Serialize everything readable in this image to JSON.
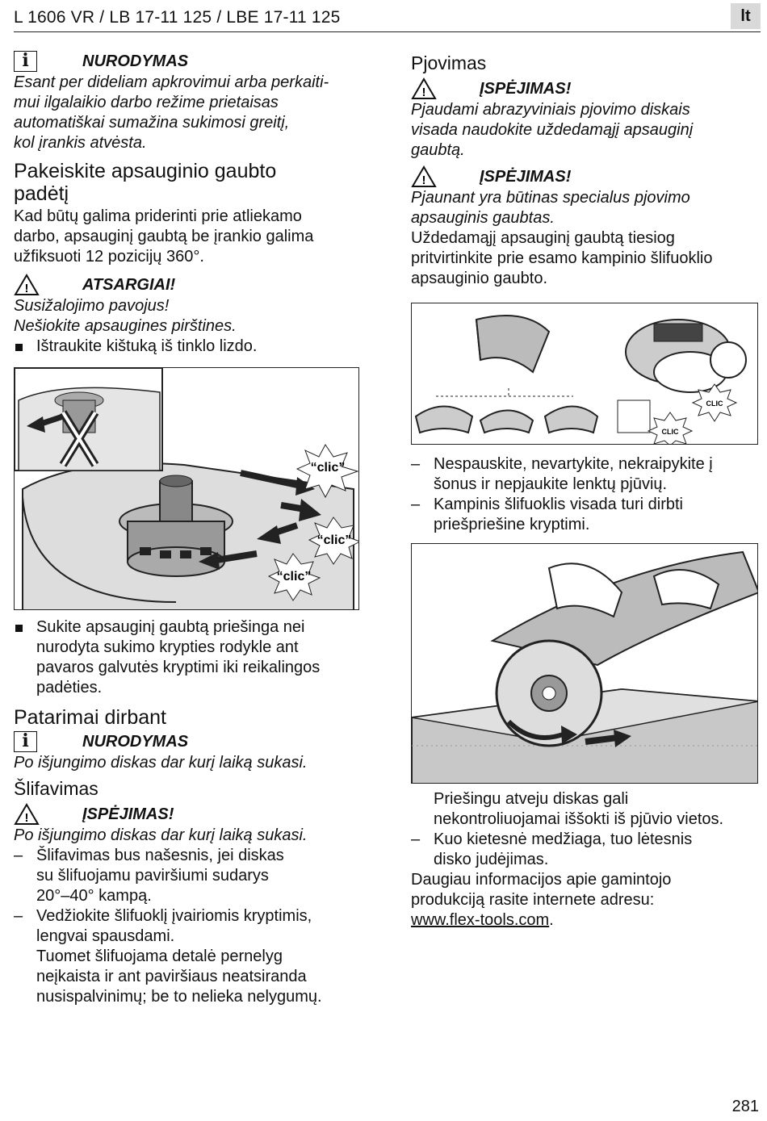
{
  "header": {
    "title": "L 1606 VR / LB 17-11 125 / LBE 17-11 125",
    "lang": "lt"
  },
  "page_number": "281",
  "left": {
    "note1": {
      "label": "NURODYMAS",
      "lines": [
        "Esant per dideliam apkrovimui arba perkaiti-",
        "mui ilgalaikio darbo režime prietaisas",
        "automatiškai sumažina sukimosi greitį,",
        "kol įrankis atvėsta."
      ]
    },
    "h_guard": [
      "Pakeiskite apsauginio gaubto",
      "padėtį"
    ],
    "guard_text": [
      "Kad būtų galima priderinti prie atliekamo",
      "darbo, apsauginį gaubtą be įrankio galima",
      "užfiksuoti 12 pozicijų 360°."
    ],
    "caution": {
      "label": "ATSARGIAI!",
      "lines": [
        "Susižalojimo pavojus!",
        "Nešiokite apsaugines pirštines."
      ]
    },
    "bullet1": "Ištraukite kištuką iš tinklo lizdo.",
    "fig_clic": [
      "“clic”",
      "“clic”",
      "“clic”"
    ],
    "bullet2": [
      "Sukite apsauginį gaubtą priešinga nei",
      "nurodyta sukimo krypties rodykle ant",
      "pavaros galvutės kryptimi iki reikalingos",
      "padėties."
    ],
    "h_tips": "Patarimai dirbant",
    "note2": {
      "label": "NURODYMAS",
      "line": "Po išjungimo diskas dar kurį laiką sukasi."
    },
    "h_grind": "Šlifavimas",
    "warn_grind": {
      "label": "ĮSPĖJIMAS!",
      "line": "Po išjungimo diskas dar kurį laiką sukasi."
    },
    "dash1": [
      "Šlifavimas bus našesnis, jei diskas",
      "su šlifuojamu paviršiumi sudarys",
      "20°–40° kampą."
    ],
    "dash2": [
      "Vedžiokite šlifuoklį įvairiomis kryptimis,",
      "lengvai spausdami."
    ],
    "dash2_cont": [
      "Tuomet šlifuojama detalė pernelyg",
      "neįkaista ir ant paviršiaus neatsiranda",
      "nusispalvinimų; be to nelieka nelygumų."
    ]
  },
  "right": {
    "h_cut": "Pjovimas",
    "warn1": {
      "label": "ĮSPĖJIMAS!",
      "lines": [
        "Pjaudami abrazyviniais pjovimo diskais",
        "visada naudokite uždedamąjį apsauginį",
        "gaubtą."
      ]
    },
    "warn2": {
      "label": "ĮSPĖJIMAS!",
      "lines": [
        "Pjaunant yra būtinas specialus pjovimo",
        "apsauginis gaubtas."
      ]
    },
    "cut_text": [
      "Uždedamąjį apsauginį gaubtą tiesiog",
      "pritvirtinkite prie esamo kampinio šlifuoklio",
      "apsauginio gaubto."
    ],
    "fig_clic": [
      "CLIC",
      "CLIC"
    ],
    "dash1": [
      "Nespauskite, nevartykite, nekraipykite į",
      "šonus ir nepjaukite lenktų pjūvių."
    ],
    "dash2": [
      "Kampinis šlifuoklis visada turi dirbti",
      "priešpriešine kryptimi."
    ],
    "after_fig": [
      "Priešingu atveju diskas gali",
      "nekontroliuojamai iššokti iš pjūvio vietos."
    ],
    "dash3": [
      "Kuo kietesnė medžiaga, tuo lėtesnis",
      "disko judėjimas."
    ],
    "info": [
      "Daugiau informacijos apie gamintojo",
      "produkciją rasite internete adresu:"
    ],
    "url": "www.flex-tools.com",
    "url_tail": "."
  },
  "icons": [
    "info-icon",
    "warning-triangle-icon",
    "square-bullet-icon"
  ]
}
